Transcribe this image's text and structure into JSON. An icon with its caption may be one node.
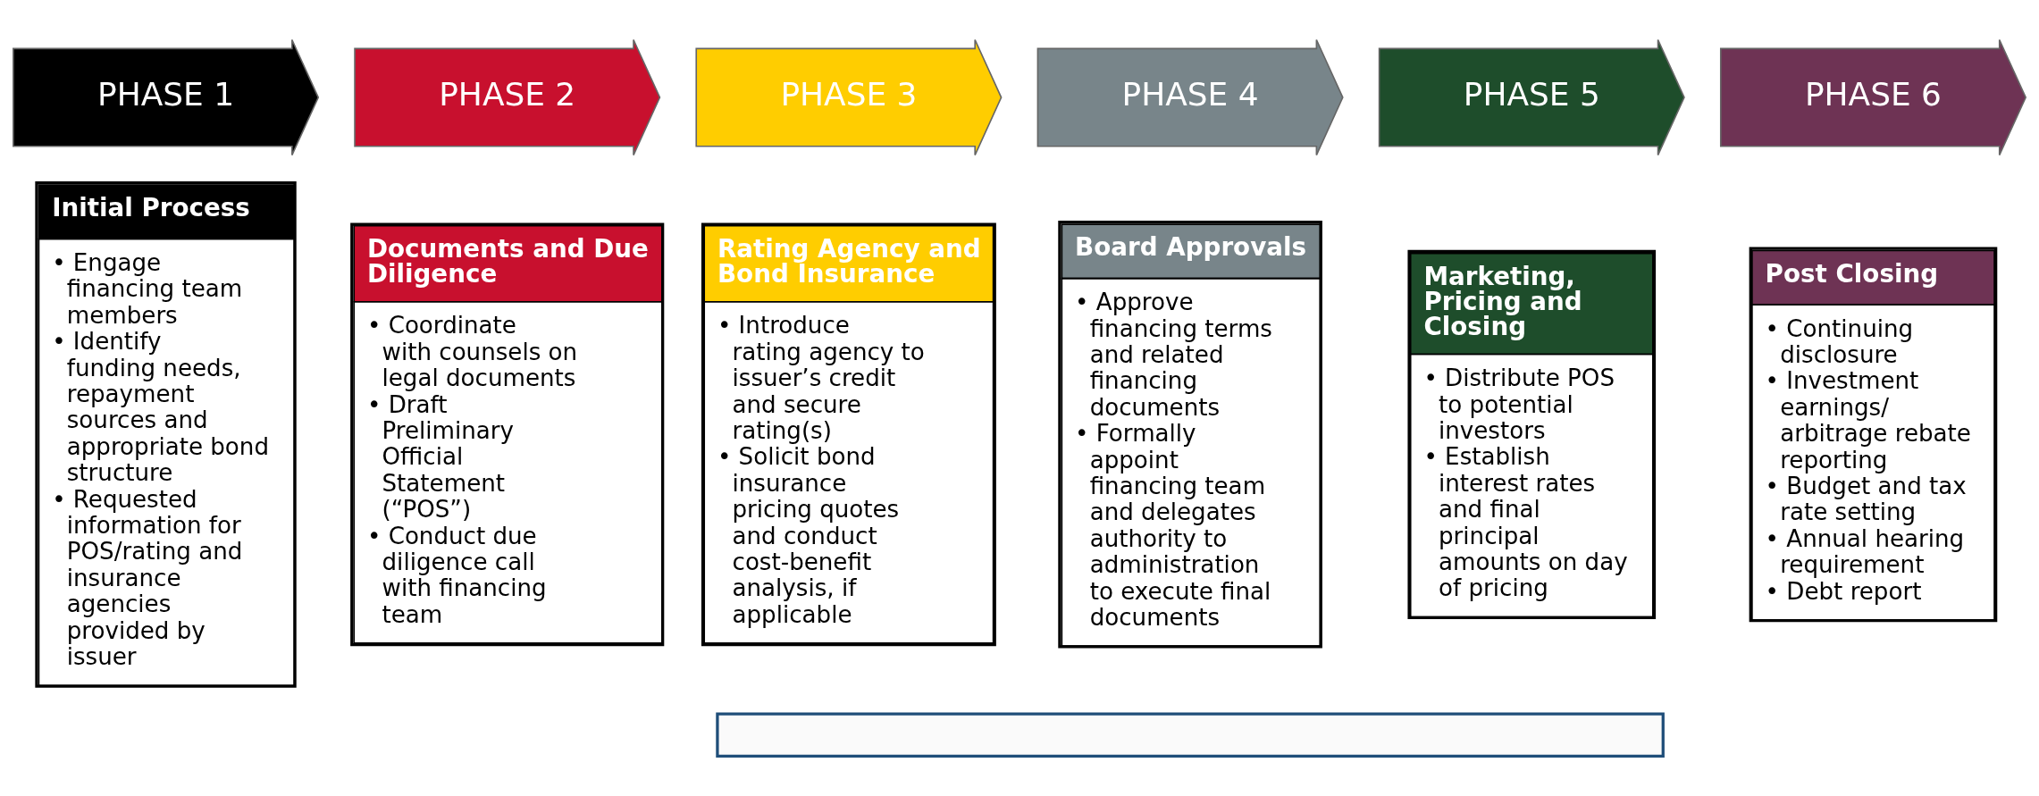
{
  "diagram": {
    "nodes": [
      {
        "text": [
          "PHASE 1"
        ]
      },
      {
        "text": [
          "Initial Process",
          "• Engage financing team members",
          "• Identify funding needs, repayment sources and appropriate bond structure",
          "• Requested information for POS/rating and insurance agencies provided by issuer"
        ]
      },
      {
        "text": [
          "PHASE 2"
        ]
      },
      {
        "text": [
          "Documents and Due Diligence",
          "• Coordinate with counsels on legal documents",
          "• Draft Preliminary Official Statement (“POS”)",
          "• Conduct due diligence call with financing team"
        ]
      },
      {
        "text": [
          "PHASE 3"
        ]
      },
      {
        "text": [
          "Rating Agency and Bond Insurance",
          "• Introduce rating agency to issuer’s credit and secure rating(s)",
          "• Solicit bond insurance pricing quotes and conduct cost-benefit analysis, if applicable"
        ]
      },
      {
        "text": [
          "PHASE 4"
        ]
      },
      {
        "text": [
          "Board Approvals",
          "• Approve financing terms and related financing documents",
          "• Formally appoint financing team and delegates authority to administration to execute final documents"
        ]
      },
      {
        "text": [
          "PHASE 5"
        ]
      },
      {
        "text": [
          "Marketing, Pricing and Closing",
          "• Distribute POS to potential investors",
          "• Establish interest rates and final principal amounts on day of pricing"
        ]
      },
      {
        "text": [
          "PHASE 6"
        ]
      },
      {
        "text": [
          "Post Closing",
          "• Continuing disclosure",
          "• Investment earnings/ arbitrage rebate reporting",
          "• Budget and tax rate setting",
          "• Annual hearing requirement",
          "• Debt report"
        ]
      },
      {
        "text": [],
        "shape": "box"
      }
    ],
    "edges": []
  }
}
